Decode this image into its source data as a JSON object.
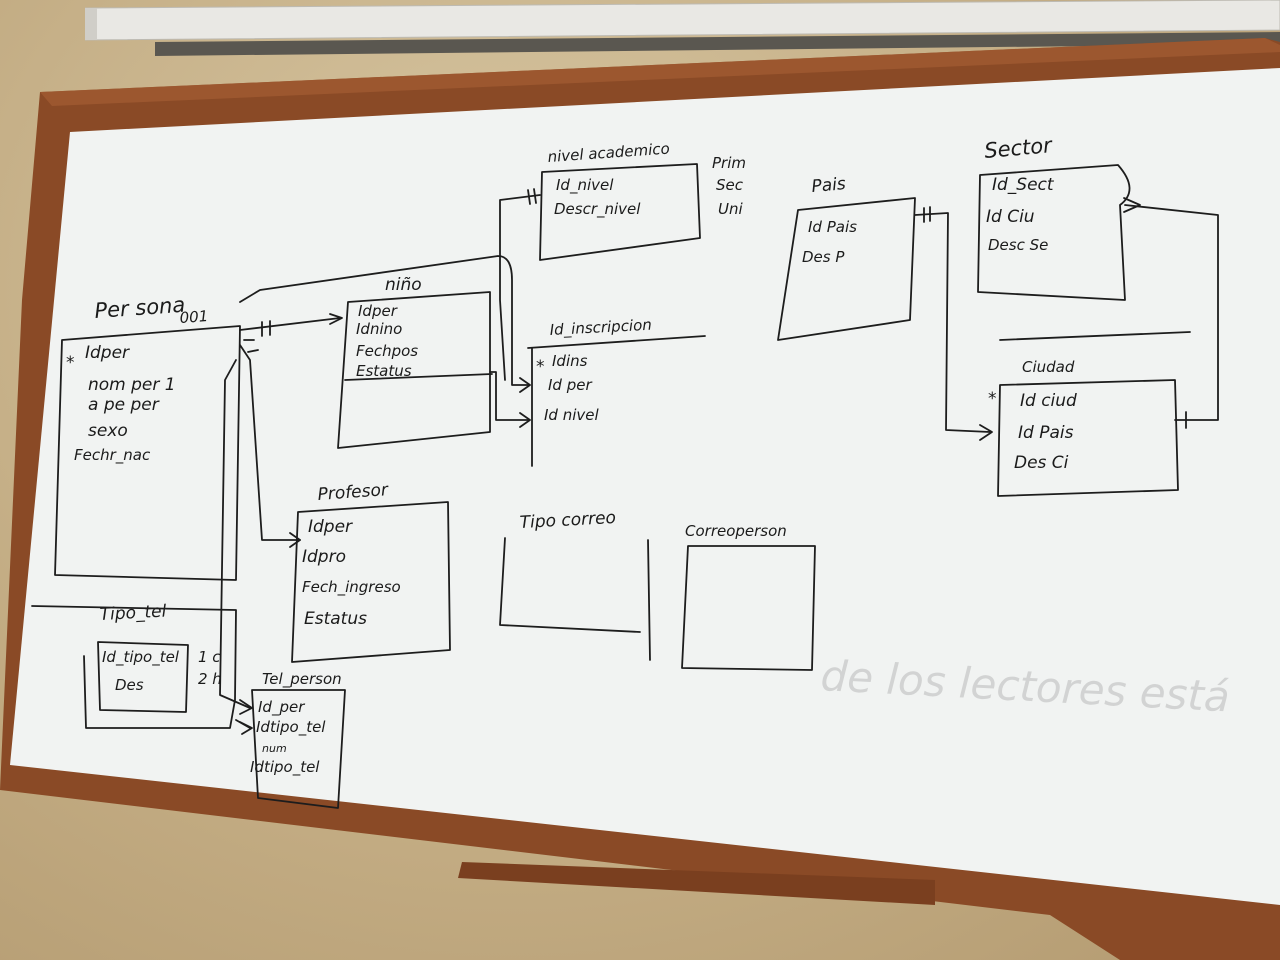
{
  "whiteboard": {
    "tables": {
      "persona": {
        "title": "Per sona",
        "note": "001",
        "fields": [
          "Idper",
          "nom per 1",
          "a pe per",
          "sexo",
          "Fechr_nac"
        ]
      },
      "nino": {
        "title": "niño",
        "fields": [
          "Idper",
          "Idnino",
          "Fechpos",
          "Estatus"
        ]
      },
      "nivel_academico": {
        "title": "nivel academico",
        "fields": [
          "Id_nivel",
          "Descr_nivel"
        ],
        "side_notes": [
          "Prim",
          "Sec",
          "Uni"
        ]
      },
      "inscripcion": {
        "title": "Id_inscripcion",
        "fields": [
          "Idins",
          "Id per",
          "Id nivel"
        ]
      },
      "pais": {
        "title": "Pais",
        "fields": [
          "Id Pais",
          "Des P"
        ]
      },
      "sector": {
        "title": "Sector",
        "fields": [
          "Id_Sect",
          "Id Ciu",
          "Desc Se"
        ]
      },
      "ciudad": {
        "title": "Ciudad",
        "fields": [
          "Id ciud",
          "Id Pais",
          "Des Ci"
        ]
      },
      "profesor": {
        "title": "Profesor",
        "fields": [
          "Idper",
          "Idpro",
          "Fech_ingreso",
          "Estatus"
        ]
      },
      "tipo_correo": {
        "title": "Tipo correo"
      },
      "correo_person": {
        "title": "Correoperson"
      },
      "tipo_tel": {
        "title": "Tipo_tel",
        "fields": [
          "Id_tipo_tel",
          "Des"
        ],
        "side_notes": [
          "1 c",
          "2 h"
        ]
      },
      "tel_person": {
        "title": "Tel_person",
        "fields": [
          "Id_per",
          "Idtipo_tel",
          "num",
          "Idtipo_tel"
        ]
      }
    },
    "ghost_text": "de los lectores está"
  },
  "colors": {
    "frame": "#8a4a26",
    "board": "#f1f3f2",
    "ink": "#1d1d1d",
    "wall": "#c9b58f"
  }
}
